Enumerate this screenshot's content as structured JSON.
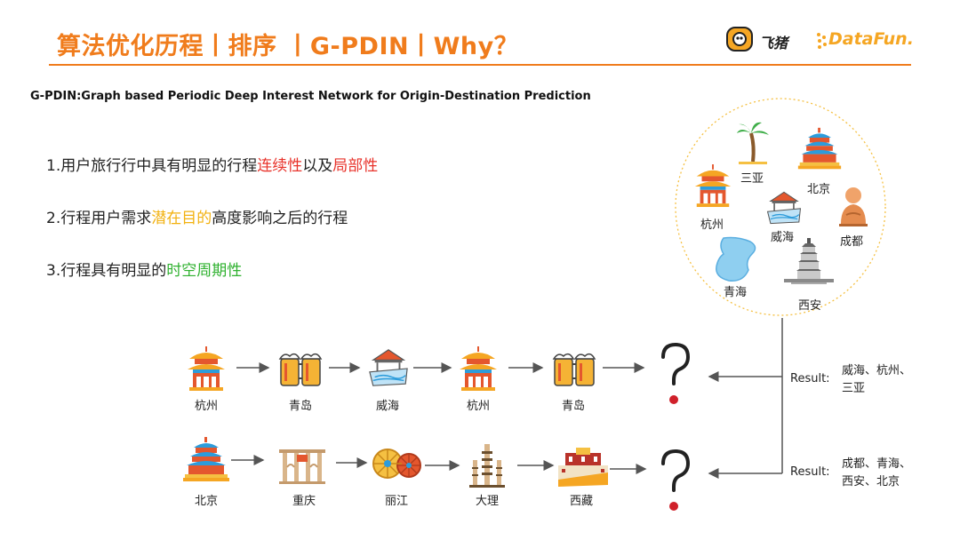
{
  "header": {
    "title": "算法优化历程丨排序 丨G-PDIN丨Why？",
    "logo_feizhu": "飞猪",
    "logo_datafun": "DataFun."
  },
  "subtitle": "G-PDIN:Graph based Periodic Deep Interest Network for Origin-Destination Prediction",
  "points": [
    {
      "prefix": "1.用户旅行行中具有明显的行程",
      "hl1": "连续性",
      "mid": "以及",
      "hl2": "局部性"
    },
    {
      "prefix": "2.行程用户需求",
      "hl1": "潜在目的",
      "suffix": "高度影响之后的行程"
    },
    {
      "prefix": "3.行程具有明显的",
      "hl1": "时空周期性"
    }
  ],
  "circle_cities": [
    "三亚",
    "北京",
    "杭州",
    "威海",
    "成都",
    "青海",
    "西安"
  ],
  "sequence1": [
    "杭州",
    "青岛",
    "威海",
    "杭州",
    "青岛"
  ],
  "sequence2": [
    "北京",
    "重庆",
    "丽江",
    "大理",
    "西藏"
  ],
  "result1": {
    "label": "Result:",
    "line1": "威海、杭州、",
    "line2": "三亚"
  },
  "result2": {
    "label": "Result:",
    "line1": "成都、青海、",
    "line2": "西安、北京"
  },
  "colors": {
    "accent": "#f07c1c",
    "red": "#e8322a",
    "yellow": "#f2b10f",
    "green": "#2fb12f",
    "question_mark": "#d0202a"
  }
}
